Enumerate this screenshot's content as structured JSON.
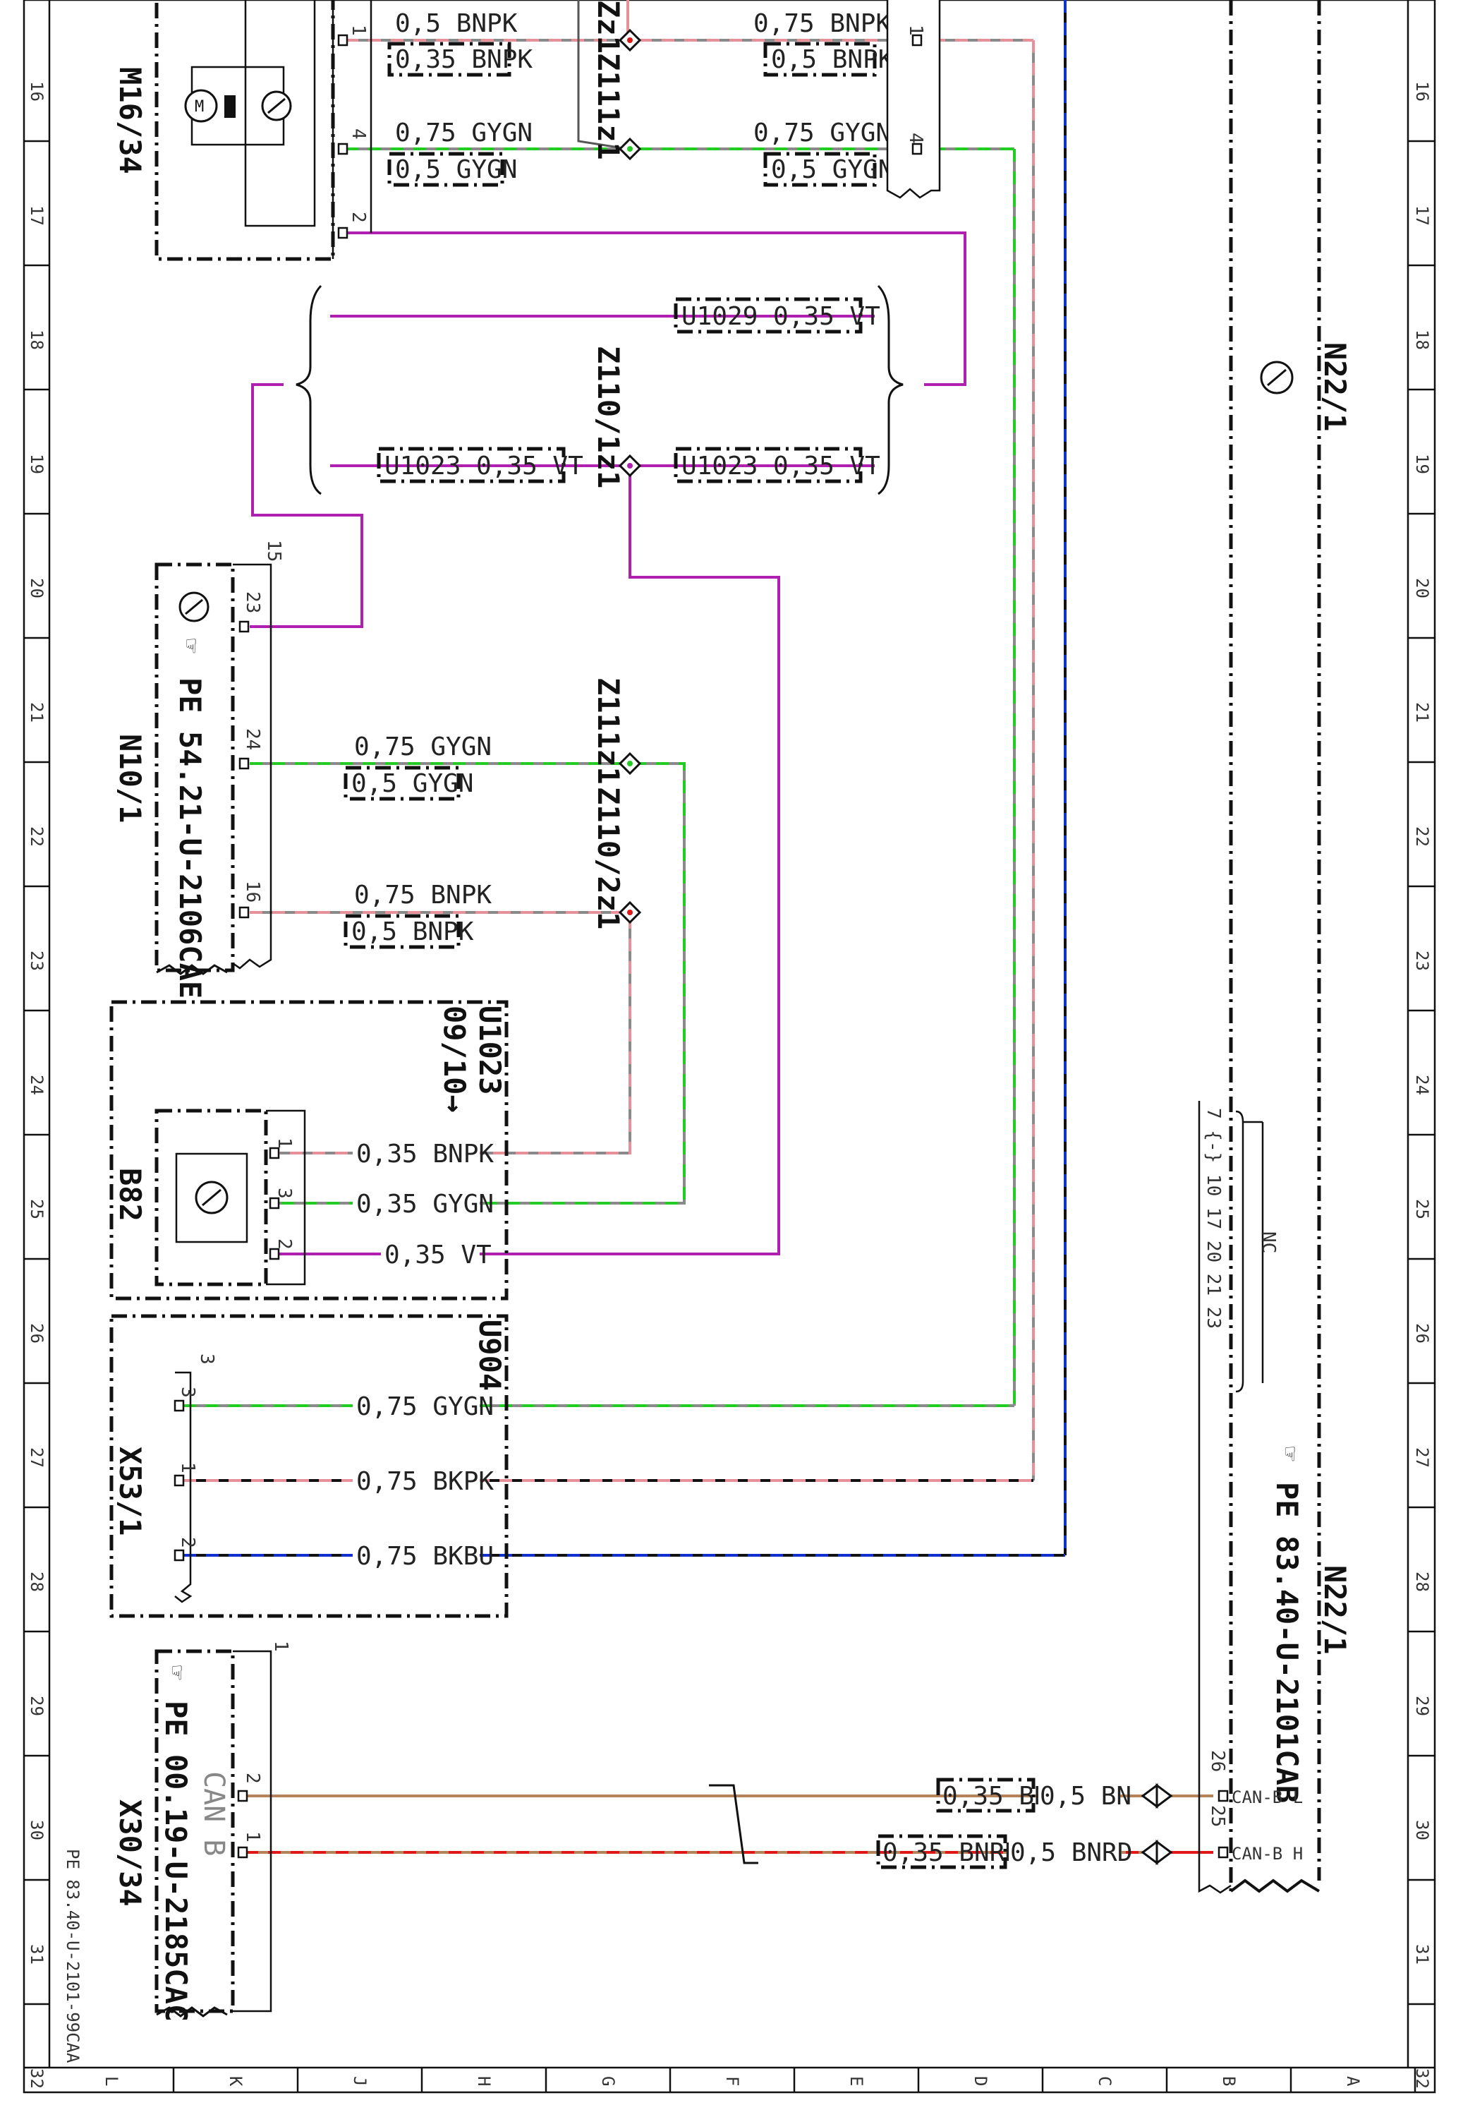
{
  "frame": {
    "left_grid": [
      "16",
      "17",
      "18",
      "19",
      "20",
      "21",
      "22",
      "23",
      "24",
      "25",
      "26",
      "27",
      "28",
      "29",
      "30",
      "31",
      "32"
    ],
    "right_grid": [
      "16",
      "17",
      "18",
      "19",
      "20",
      "21",
      "22",
      "23",
      "24",
      "25",
      "26",
      "27",
      "28",
      "29",
      "30",
      "31",
      "32"
    ],
    "bottom_grid": [
      "L",
      "K",
      "J",
      "H",
      "G",
      "F",
      "E",
      "D",
      "C",
      "B",
      "A"
    ]
  },
  "reference_code": "PE 83.40-U-2101-99CAA",
  "components": {
    "m16": "M16/34",
    "n10": "N10/1",
    "n10_ref": "PE 54.21-U-2106CAE",
    "u1023_box": "U1023",
    "u1023_date": "09/10→",
    "b82": "B82",
    "u904": "U904",
    "x53": "X53/1",
    "x30": "X30/34",
    "x30_ref": "PE 00.19-U-2185CAC",
    "x30_can": "CAN B",
    "n22_top": "N22/1",
    "n22_bottom": "N22/1",
    "n22_ref": "PE 83.40-U-2101CAB"
  },
  "splices": {
    "z111z1_top": "Z111z1",
    "z110_1z1": "Z110/1z1",
    "z111z1_mid": "Z111z1",
    "z110_2z1": "Z110/2z1",
    "partial_top": "Zz1"
  },
  "wires": {
    "m16_pin1_a": "0,5 BNPK",
    "m16_pin1_b": "0,35 BNPK",
    "m16_pin4_a": "0,75 GYGN",
    "m16_pin4_b": "0,5 GYGN",
    "top_right_1a": "0,75 BNPK",
    "top_right_1b": "0,5 BNPK",
    "top_right_4a": "0,75 GYGN",
    "top_right_4b": "0,5 GYGN",
    "u1029": "U1029  0,35 VT",
    "u1023_left": "U1023  0,35 VT",
    "u1023_right": "U1023  0,35 VT",
    "n10_24a": "0,75 GYGN",
    "n10_24b": "0,5 GYGN",
    "n10_16a": "0,75 BNPK",
    "n10_16b": "0,5 BNPK",
    "b82_1": "0,35 BNPK",
    "b82_3": "0,35 GYGN",
    "b82_2": "0,35 VT",
    "x53_3": "0,75 GYGN",
    "x53_1": "0,75 BKPK",
    "x53_2": "0,75 BKBU",
    "can_l_a": "0,35 BN",
    "can_l_b": "0,5 BN",
    "can_h_a": "0,35 BNRD",
    "can_h_b": "0,5 BNRD"
  },
  "pins": {
    "m16_1": "1",
    "m16_4": "4",
    "m16_2": "2",
    "tr_1": "1",
    "tr_4": "4",
    "n10_15": "15",
    "n10_23": "23",
    "n10_24": "24",
    "n10_16": "16",
    "b82_1": "1",
    "b82_3": "3",
    "b82_2": "2",
    "x53_3top": "3",
    "x53_3": "3",
    "x53_1": "1",
    "x53_2": "2",
    "x30_1top": "1",
    "x30_2": "2",
    "x30_1": "1",
    "n22_26": "26",
    "n22_25": "25",
    "n22_nc_pins": "7 {-} 10 17 20 21 23",
    "nc": "NC"
  },
  "can_signals": {
    "low": "CAN-B L",
    "high": "CAN-B H"
  },
  "colors": {
    "bnpk": "#e8909a",
    "gygn": "#22cc22",
    "gray": "#8a8a8a",
    "vt": "#b020b0",
    "bkbu": "#1030d0",
    "bn": "#b5835a",
    "rd": "#e01818",
    "black": "#111111"
  }
}
